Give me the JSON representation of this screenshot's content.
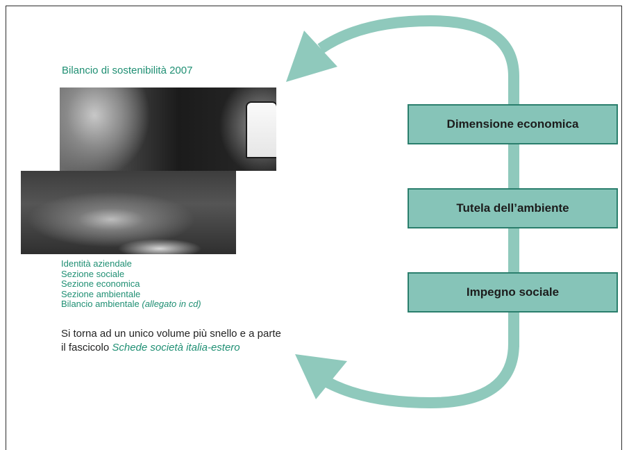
{
  "title": "Bilancio di sostenibilità 2007",
  "sections": [
    {
      "text": "Identità aziendale",
      "note": ""
    },
    {
      "text": "Sezione sociale",
      "note": ""
    },
    {
      "text": "Sezione economica",
      "note": ""
    },
    {
      "text": "Sezione ambientale",
      "note": ""
    },
    {
      "text": "Bilancio ambientale ",
      "note": "(allegato in cd)"
    }
  ],
  "note": {
    "line1": "Si torna ad un unico volume più snello e a parte",
    "line2_prefix": "il fascicolo ",
    "line2_accent": "Schede società italia-estero"
  },
  "boxes": [
    {
      "label": "Dimensione economica"
    },
    {
      "label": "Tutela dell’ambiente"
    },
    {
      "label": "Impegno sociale"
    }
  ],
  "colors": {
    "accent_text": "#1f8f73",
    "arrow": "#8fc9bc",
    "box_fill": "#86c4b8",
    "box_border": "#2a7e6c"
  }
}
